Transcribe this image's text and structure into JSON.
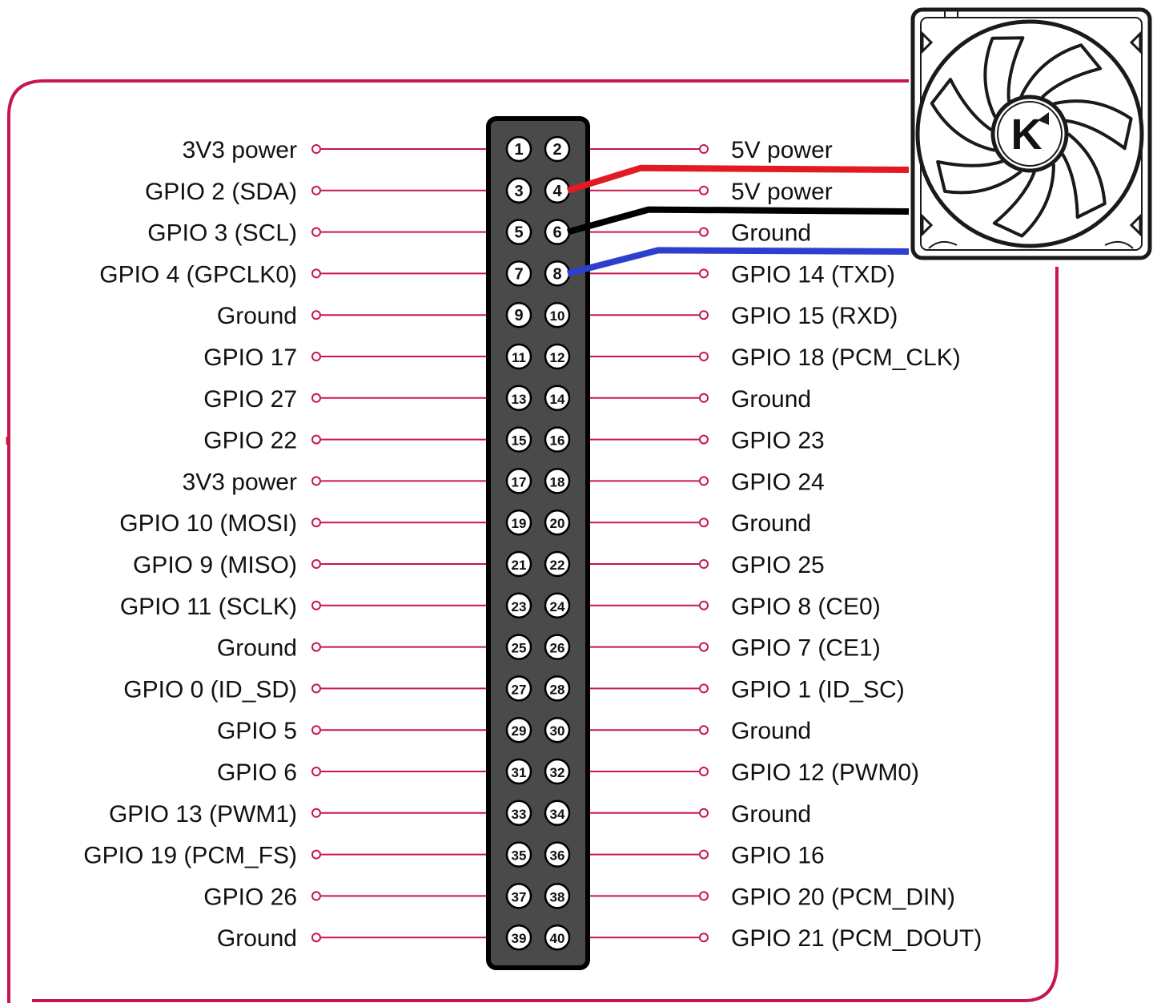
{
  "diagram": {
    "accent_color": "#c8174a",
    "header_fill": "#4a4a4a",
    "wires": [
      {
        "name": "red-wire",
        "pin": 4,
        "color": "#e21b23"
      },
      {
        "name": "black-wire",
        "pin": 6,
        "color": "#000000"
      },
      {
        "name": "blue-wire",
        "pin": 8,
        "color": "#2e3fcf"
      }
    ],
    "fan": {
      "icon": "fan-icon",
      "logo_text": "K"
    },
    "rows": [
      {
        "left_pin": 1,
        "left_label": "3V3 power",
        "right_pin": 2,
        "right_label": "5V power"
      },
      {
        "left_pin": 3,
        "left_label": "GPIO 2 (SDA)",
        "right_pin": 4,
        "right_label": "5V power"
      },
      {
        "left_pin": 5,
        "left_label": "GPIO 3 (SCL)",
        "right_pin": 6,
        "right_label": "Ground"
      },
      {
        "left_pin": 7,
        "left_label": "GPIO 4 (GPCLK0)",
        "right_pin": 8,
        "right_label": "GPIO 14 (TXD)"
      },
      {
        "left_pin": 9,
        "left_label": "Ground",
        "right_pin": 10,
        "right_label": "GPIO 15 (RXD)"
      },
      {
        "left_pin": 11,
        "left_label": "GPIO 17",
        "right_pin": 12,
        "right_label": "GPIO 18 (PCM_CLK)"
      },
      {
        "left_pin": 13,
        "left_label": "GPIO 27",
        "right_pin": 14,
        "right_label": "Ground"
      },
      {
        "left_pin": 15,
        "left_label": "GPIO 22",
        "right_pin": 16,
        "right_label": "GPIO 23"
      },
      {
        "left_pin": 17,
        "left_label": "3V3 power",
        "right_pin": 18,
        "right_label": "GPIO 24"
      },
      {
        "left_pin": 19,
        "left_label": "GPIO 10 (MOSI)",
        "right_pin": 20,
        "right_label": "Ground"
      },
      {
        "left_pin": 21,
        "left_label": "GPIO 9 (MISO)",
        "right_pin": 22,
        "right_label": "GPIO 25"
      },
      {
        "left_pin": 23,
        "left_label": "GPIO 11 (SCLK)",
        "right_pin": 24,
        "right_label": "GPIO 8 (CE0)"
      },
      {
        "left_pin": 25,
        "left_label": "Ground",
        "right_pin": 26,
        "right_label": "GPIO 7 (CE1)"
      },
      {
        "left_pin": 27,
        "left_label": "GPIO 0 (ID_SD)",
        "right_pin": 28,
        "right_label": "GPIO 1 (ID_SC)"
      },
      {
        "left_pin": 29,
        "left_label": "GPIO 5",
        "right_pin": 30,
        "right_label": "Ground"
      },
      {
        "left_pin": 31,
        "left_label": "GPIO 6",
        "right_pin": 32,
        "right_label": "GPIO 12 (PWM0)"
      },
      {
        "left_pin": 33,
        "left_label": "GPIO 13 (PWM1)",
        "right_pin": 34,
        "right_label": "Ground"
      },
      {
        "left_pin": 35,
        "left_label": "GPIO 19 (PCM_FS)",
        "right_pin": 36,
        "right_label": "GPIO 16"
      },
      {
        "left_pin": 37,
        "left_label": "GPIO 26",
        "right_pin": 38,
        "right_label": "GPIO 20 (PCM_DIN)"
      },
      {
        "left_pin": 39,
        "left_label": "Ground",
        "right_pin": 40,
        "right_label": "GPIO 21 (PCM_DOUT)"
      }
    ]
  }
}
